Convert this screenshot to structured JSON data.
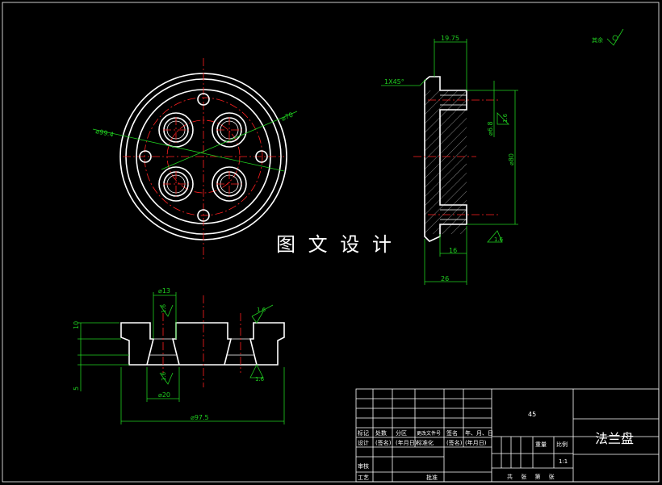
{
  "title_block": {
    "part_name": "法兰盘",
    "material": "45",
    "scale_label": "比例",
    "scale_value": "1:1",
    "weight_label": "重量",
    "sheet_labels": "共 张 第 张",
    "revision_row": [
      "标记",
      "处数",
      "分区",
      "更改文件号",
      "签名",
      "年、月、日"
    ],
    "design_row": [
      "设计",
      "(签名)",
      "(年月日)",
      "标准化",
      "(签名)",
      "(年月日)"
    ],
    "review_label": "审核",
    "process_label": "工艺",
    "approve_label": "批准"
  },
  "watermark": "图 文 设 计",
  "roughness_note": "其余",
  "dimensions": {
    "d_outer": "⌀99.4",
    "d_bolt_circle": "⌀70",
    "side_width": "19.75",
    "chamfer": "1X45°",
    "side_d68": "⌀6.8",
    "side_d80": "⌀80",
    "side_16": "16",
    "side_26": "26",
    "rough_16_a": "1.6",
    "rough_16_b": "1.6",
    "rough_16_c": "1.6",
    "rough_16_d": "1.6",
    "rough_16_e": "1.6",
    "rough_16_f": "1.6",
    "front_d13": "⌀13",
    "front_d20": "⌀20",
    "front_d975": "⌀97.5",
    "front_10": "10",
    "front_5": "5"
  }
}
